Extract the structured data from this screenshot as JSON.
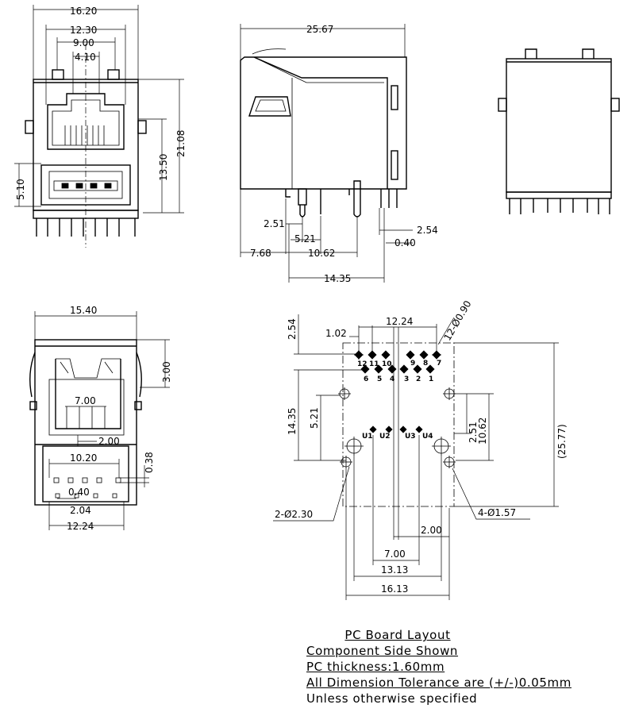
{
  "front_view": {
    "dims": [
      "16.20",
      "12.30",
      "9.00",
      "4.10",
      "21.08",
      "13.50",
      "5.10"
    ]
  },
  "side_view": {
    "dims": [
      "25.67",
      "2.51",
      "5.21",
      "2.54",
      "0.40",
      "7.68",
      "10.62",
      "14.35"
    ]
  },
  "bottom_view": {
    "dims": [
      "15.40",
      "3.00",
      "7.00",
      "2.00",
      "10.20",
      "0.38",
      "0.40",
      "2.04",
      "12.24"
    ]
  },
  "pcb_layout": {
    "dims": [
      "2.54",
      "1.02",
      "12.24",
      "12-Ø0.90",
      "14.35",
      "5.21",
      "2.51",
      "10.62",
      "(25.77)",
      "2-Ø2.30",
      "4-Ø1.57",
      "2.00",
      "7.00",
      "13.13",
      "16.13"
    ],
    "pins_top": [
      "12",
      "11",
      "10",
      "9",
      "8",
      "7"
    ],
    "pins_bottom": [
      "6",
      "5",
      "4",
      "3",
      "2",
      "1"
    ],
    "usb_pins": [
      "U1",
      "U2",
      "U3",
      "U4"
    ]
  },
  "notes": {
    "title": "PC Board Layout",
    "line1": "Component Side Shown",
    "line2": "PC thickness:1.60mm",
    "line3": "All Dimension Tolerance are (+/-)0.05mm",
    "line4": "Unless otherwise specified"
  }
}
